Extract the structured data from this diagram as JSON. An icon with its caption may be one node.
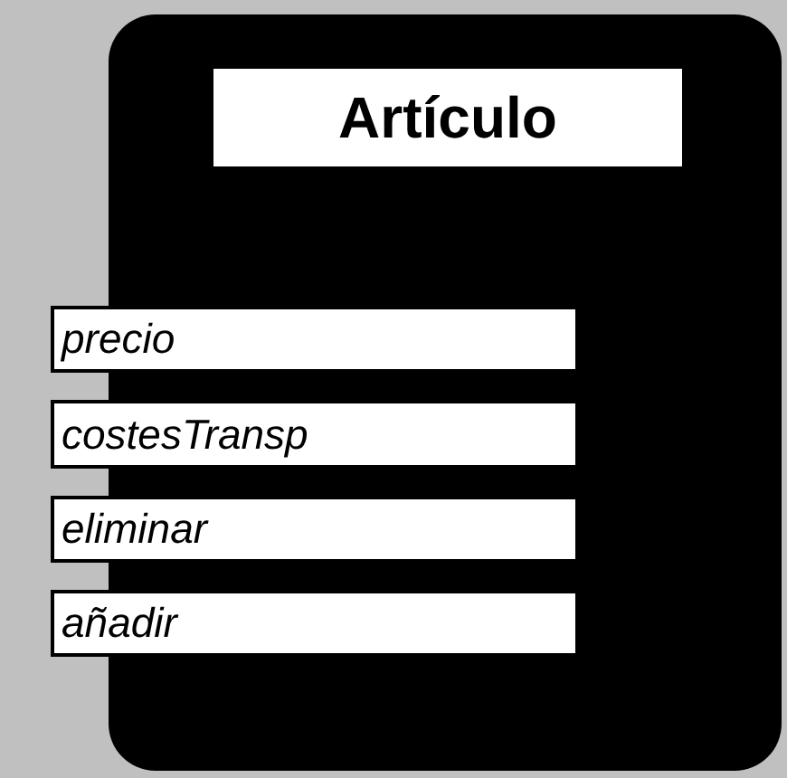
{
  "diagram": {
    "nodes": [
      {
        "text": [],
        "shape": "box"
      },
      {
        "text": [
          "Artículo"
        ],
        "in": 0
      },
      {
        "text": [
          "precio"
        ]
      },
      {
        "text": [
          "costesTransp"
        ]
      },
      {
        "text": [
          "eliminar"
        ]
      },
      {
        "text": [
          "añadir"
        ]
      }
    ]
  }
}
